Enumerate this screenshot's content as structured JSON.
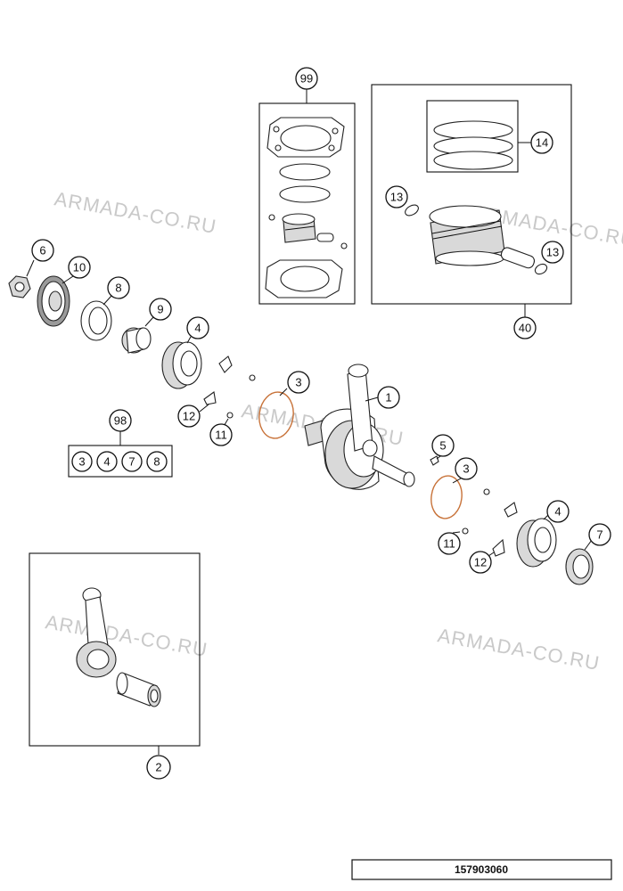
{
  "document_number": "157903060",
  "watermark_text": "ARMADA-CO.RU",
  "callouts": {
    "c99": "99",
    "c40": "40",
    "c14": "14",
    "c13a": "13",
    "c13b": "13",
    "c6": "6",
    "c10": "10",
    "c8": "8",
    "c9": "9",
    "c4a": "4",
    "c3a": "3",
    "c1": "1",
    "c12a": "12",
    "c11a": "11",
    "c98": "98",
    "c5": "5",
    "c3b": "3",
    "c4b": "4",
    "c7": "7",
    "c11b": "11",
    "c12b": "12",
    "c2": "2"
  },
  "kit_98_items": [
    "3",
    "4",
    "7",
    "8"
  ],
  "colors": {
    "line": "#111111",
    "accent": "#c8733a",
    "watermark": "#c9c9c9"
  }
}
